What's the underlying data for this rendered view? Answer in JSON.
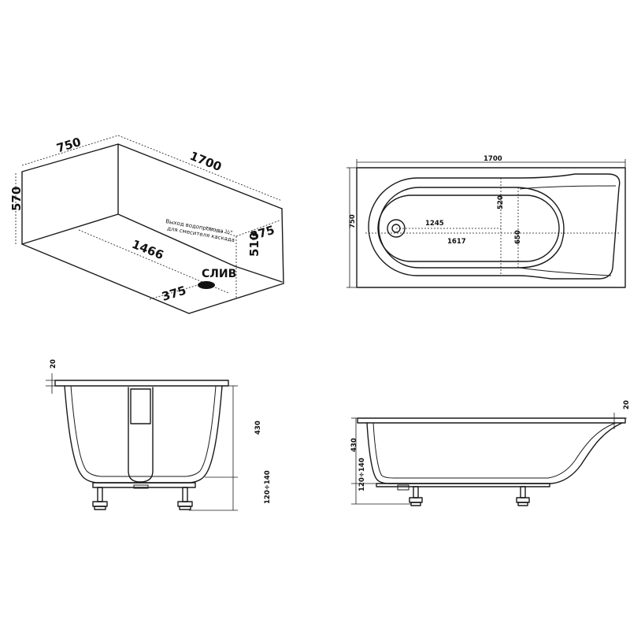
{
  "iso": {
    "width": "750",
    "length": "1700",
    "height": "570",
    "inner_length": "1466",
    "drain_offset": "375",
    "wall_offset": "375",
    "spout_height": "510",
    "drain_label": "СЛИВ",
    "spout_note_line1": "Выход водопровода ½\"",
    "spout_note_line2": "для смесителя каскада"
  },
  "top_view": {
    "length": "1700",
    "width": "750",
    "inner_length": "1617",
    "bowl_length": "1245",
    "inner_width": "650",
    "bottom_width": "520"
  },
  "end_view": {
    "rim": "20",
    "depth": "430",
    "legs": "120÷140"
  },
  "side_view": {
    "rim": "20",
    "depth": "430",
    "legs": "120÷140"
  }
}
